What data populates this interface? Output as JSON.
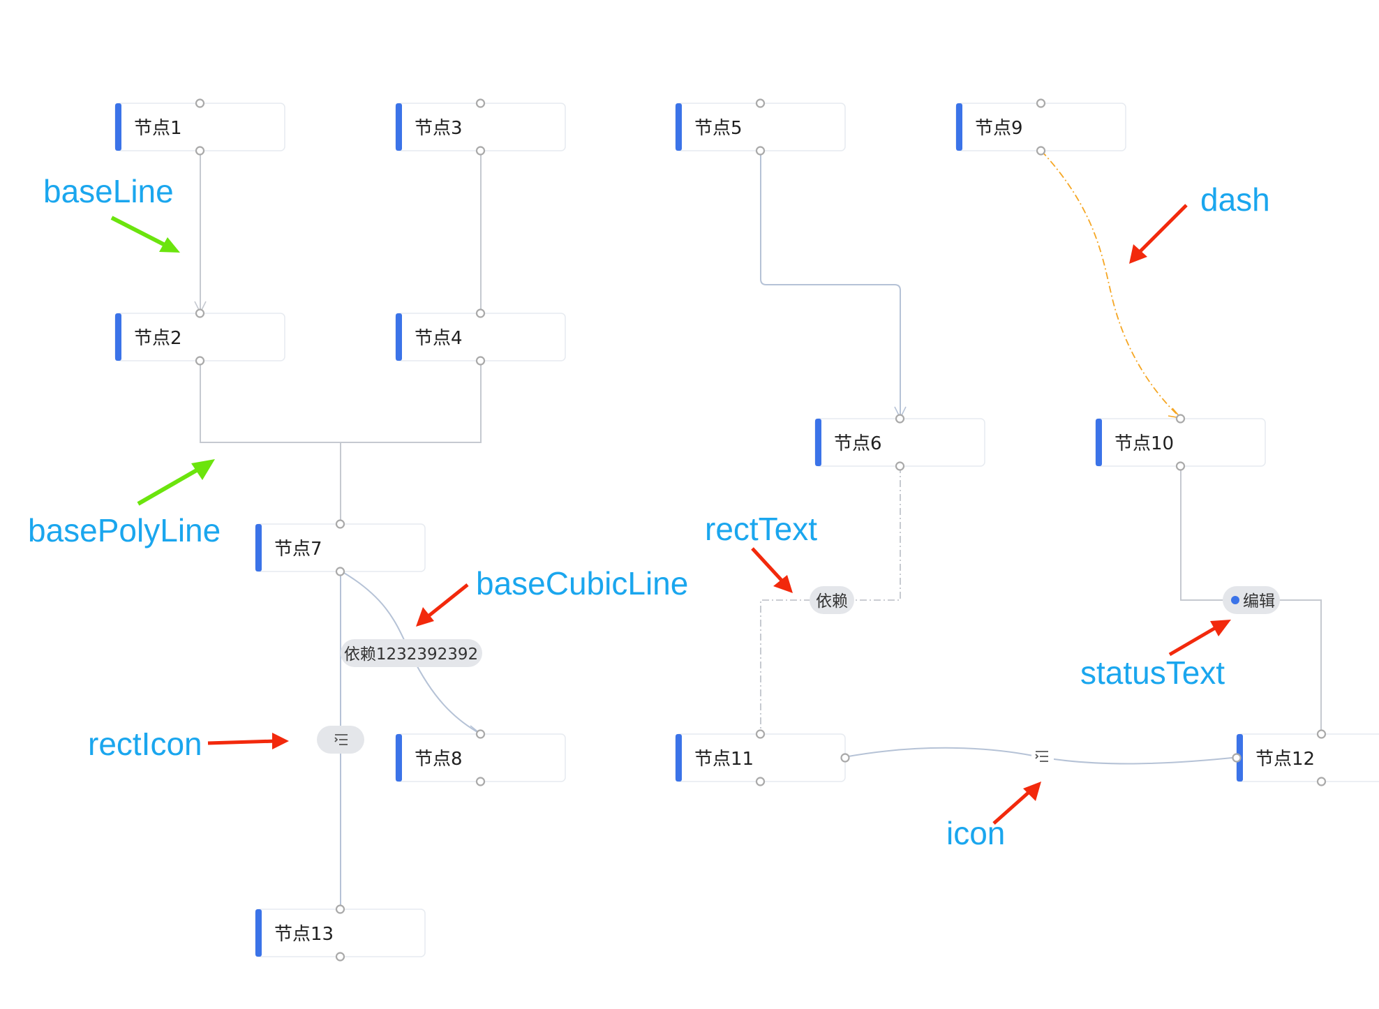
{
  "nodes": [
    {
      "id": "n1",
      "label": "节点1"
    },
    {
      "id": "n2",
      "label": "节点2"
    },
    {
      "id": "n3",
      "label": "节点3"
    },
    {
      "id": "n4",
      "label": "节点4"
    },
    {
      "id": "n5",
      "label": "节点5"
    },
    {
      "id": "n6",
      "label": "节点6"
    },
    {
      "id": "n7",
      "label": "节点7"
    },
    {
      "id": "n8",
      "label": "节点8"
    },
    {
      "id": "n9",
      "label": "节点9"
    },
    {
      "id": "n10",
      "label": "节点10"
    },
    {
      "id": "n11",
      "label": "节点11"
    },
    {
      "id": "n12",
      "label": "节点12"
    },
    {
      "id": "n13",
      "label": "节点13"
    }
  ],
  "edges": [
    {
      "id": "e1-2",
      "from": "n1",
      "to": "n2",
      "style": "baseLine"
    },
    {
      "id": "e2-7",
      "from": "n2",
      "to": "n7",
      "style": "basePolyLine"
    },
    {
      "id": "e4-7",
      "from": "n4",
      "to": "n7",
      "style": "basePolyLine"
    },
    {
      "id": "e3-4",
      "from": "n3",
      "to": "n4",
      "style": "baseLine"
    },
    {
      "id": "e5-6",
      "from": "n5",
      "to": "n6",
      "style": "basePolyLine"
    },
    {
      "id": "e9-10",
      "from": "n9",
      "to": "n10",
      "style": "dash"
    },
    {
      "id": "e7-8",
      "from": "n7",
      "to": "n8",
      "style": "baseCubicLine",
      "label": "依赖1232392392"
    },
    {
      "id": "e7-13",
      "from": "n7",
      "to": "n13",
      "style": "rectIcon"
    },
    {
      "id": "e6-11",
      "from": "n6",
      "to": "n11",
      "style": "rectText",
      "label": "依赖"
    },
    {
      "id": "e10-12",
      "from": "n10",
      "to": "n12",
      "style": "statusText",
      "label": "编辑"
    },
    {
      "id": "e11-12",
      "from": "n11",
      "to": "n12",
      "style": "icon"
    }
  ],
  "annotations": {
    "baseLine": "baseLine",
    "basePolyLine": "basePolyLine",
    "baseCubicLine": "baseCubicLine",
    "rectIcon": "rectIcon",
    "dash": "dash",
    "rectText": "rectText",
    "statusText": "statusText",
    "icon": "icon"
  },
  "colors": {
    "node_accent": "#3b73e8",
    "annotation_text": "#1aa6ee",
    "arrow_green": "#6be40d",
    "arrow_red": "#f2290c",
    "dash_edge": "#f5a623",
    "status_dot": "#3b73e8"
  },
  "icons": {
    "rectIcon": "list-indent-icon",
    "icon": "list-indent-icon"
  }
}
